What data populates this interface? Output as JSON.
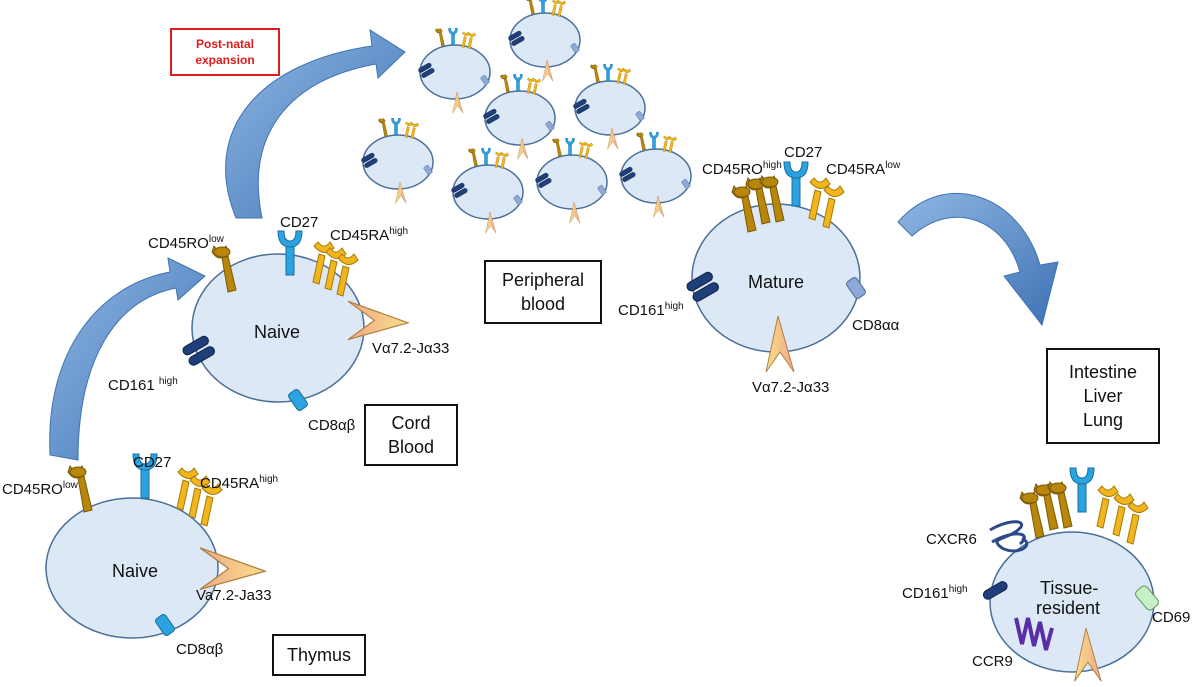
{
  "labels": {
    "post_natal": [
      "Post-natal",
      "expansion"
    ],
    "peripheral_blood": [
      "Peripheral",
      "blood"
    ],
    "cord_blood": [
      "Cord",
      "Blood"
    ],
    "thymus": "Thymus",
    "tissues": [
      "Intestine",
      "Liver",
      "Lung"
    ]
  },
  "cells": {
    "thymus": {
      "title": "Naive",
      "cd45ro": "CD45RO",
      "cd45ro_sup": "low",
      "cd27": "CD27",
      "cd45ra": "CD45RA",
      "cd45ra_sup": "high",
      "tcr": "Va7.2-Ja33",
      "cd8": "CD8αβ"
    },
    "cord": {
      "title": "Naive",
      "cd45ro": "CD45RO",
      "cd45ro_sup": "low",
      "cd27": "CD27",
      "cd45ra": "CD45RA",
      "cd45ra_sup": "high",
      "tcr": "Vα7.2-Jα33",
      "cd161": "CD161 ",
      "cd161_sup": "high",
      "cd8": "CD8αβ"
    },
    "mature": {
      "title": "Mature",
      "cd45ro": "CD45RO",
      "cd45ro_sup": "high",
      "cd27": "CD27",
      "cd45ra": "CD45RA",
      "cd45ra_sup": "low",
      "cd161": "CD161",
      "cd161_sup": "high",
      "cd8": "CD8αα",
      "tcr": "Vα7.2-Jα33"
    },
    "tissue": {
      "title_line1": "Tissue-",
      "title_line2": "resident",
      "cxcr6": "CXCR6",
      "cd161": "CD161",
      "cd161_sup": "high",
      "ccr9": "CCR9",
      "cd69": "CD69"
    }
  },
  "colors": {
    "cell_fill": "#dce8f5",
    "cell_stroke": "#4a6f99",
    "cd45ro": "#b8860b",
    "cd27": "#2aa3e0",
    "cd45ra": "#f2b61c",
    "cd161": "#1f3f7a",
    "cd8": "#2aa3e0",
    "tcr": "#f5c98a",
    "arrow": "#4f86c6",
    "ccr9": "#5a2ea6",
    "cxcr6": "#2c4a8a",
    "cd69": "#c8f0c8",
    "red": "#e01b1b"
  }
}
